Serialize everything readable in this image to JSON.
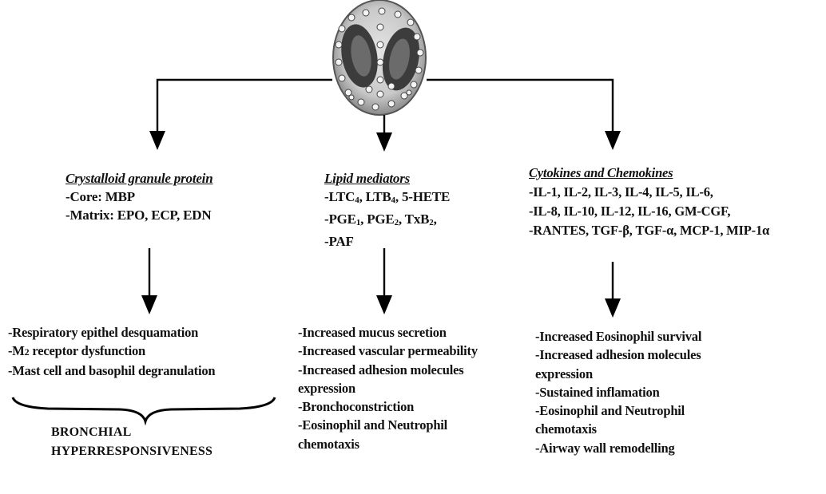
{
  "cell": {
    "icon": "eosinophil-cell-icon"
  },
  "granule": {
    "heading": "Crystalloid granule protein",
    "items": [
      "-Core: MBP",
      "-Matrix: EPO, ECP, EDN"
    ],
    "effects": [
      "-Respiratory epithel desquamation",
      {
        "pre": "-M",
        "sub": "2",
        "post": " receptor dysfunction"
      },
      "-Mast cell and basophil degranulation"
    ],
    "outcome": [
      "BRONCHIAL",
      "HYPERRESPONSIVENESS"
    ]
  },
  "lipid": {
    "heading": "Lipid mediators",
    "line1": {
      "a": "-LTC",
      "a_sub": "4",
      "b": ", LTB",
      "b_sub": "4",
      "c": ", 5-HETE"
    },
    "line2": {
      "a": "-PGE",
      "a_sub": "1",
      "b": ", PGE",
      "b_sub": "2",
      "c": ", TxB",
      "c_sub": "2",
      "d": ","
    },
    "line3": "-PAF",
    "effects": [
      "-Increased mucus secretion",
      "-Increased vascular permeability",
      "-Increased adhesion molecules",
      "expression",
      "-Bronchoconstriction",
      "-Eosinophil and Neutrophil",
      "chemotaxis"
    ]
  },
  "cytokines": {
    "heading": "Cytokines and Chemokines",
    "items": [
      "-IL-1, IL-2, IL-3, IL-4, IL-5, IL-6,",
      "-IL-8, IL-10, IL-12, IL-16, GM-CGF,",
      "-RANTES, TGF-β, TGF-α, MCP-1, MIP-1α"
    ],
    "effects": [
      "-Increased Eosinophil survival",
      "-Increased adhesion molecules",
      "expression",
      "-Sustained inflamation",
      "-Eosinophil and Neutrophil",
      "chemotaxis",
      "-Airway wall remodelling"
    ]
  }
}
